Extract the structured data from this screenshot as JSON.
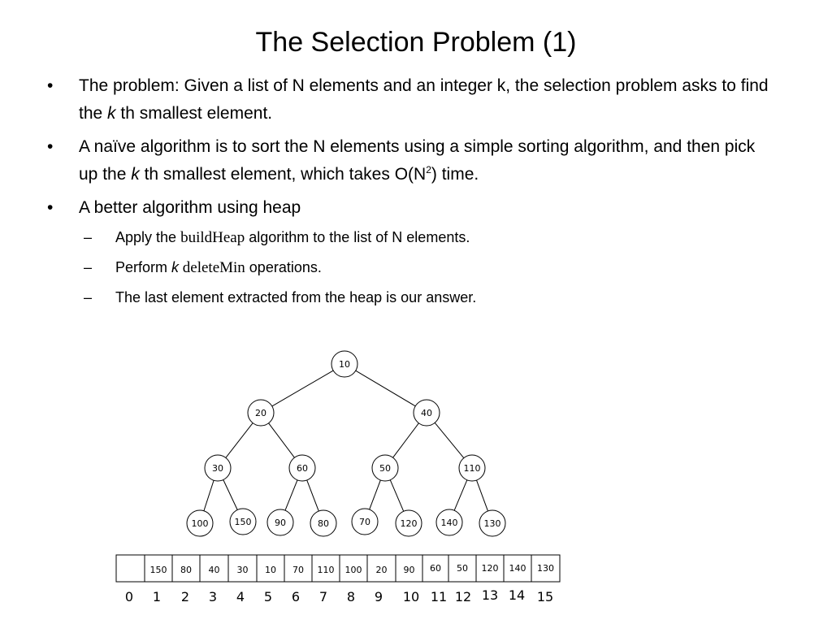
{
  "slide": {
    "title": "The Selection Problem (1)",
    "bullets": {
      "b1": {
        "line": "The problem: Given a list of N elements and an integer k, the selection problem asks to find the ",
        "k": "k",
        "rest": " th smallest element."
      },
      "b2": {
        "line": "A naïve algorithm is to sort the N elements using a simple sorting algorithm, and then pick up the ",
        "k": "k",
        "mid": " th smallest element, which takes O(N",
        "sup": "2",
        "end": ") time."
      },
      "b3": {
        "line": "A better algorithm using heap",
        "sub": {
          "s1": {
            "pre": "Apply the ",
            "code": "buildHeap",
            "post": " algorithm to the list of N elements."
          },
          "s2": {
            "pre": "Perform ",
            "k": "k",
            "code": " deleteMin",
            "post": " operations."
          },
          "s3": {
            "text": "The last element extracted from the heap is our answer."
          }
        }
      }
    }
  },
  "heap": {
    "nodes": [
      "10",
      "20",
      "40",
      "30",
      "60",
      "50",
      "110",
      "100",
      "150",
      "90",
      "80",
      "70",
      "120",
      "140",
      "130"
    ],
    "array": [
      "",
      "150",
      "80",
      "40",
      "30",
      "10",
      "70",
      "110",
      "100",
      "20",
      "90",
      "60",
      "50",
      "120",
      "140",
      "130"
    ],
    "indices": [
      "0",
      "1",
      "2",
      "3",
      "4",
      "5",
      "6",
      "7",
      "8",
      "9",
      "10",
      "11",
      "12",
      "13",
      "14",
      "15"
    ]
  }
}
